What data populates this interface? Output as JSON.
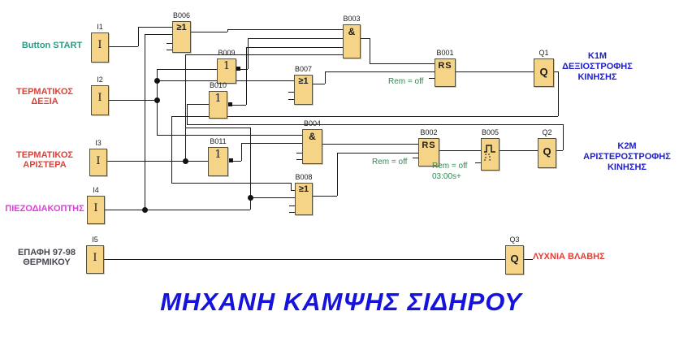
{
  "title": "ΜΗΧΑΝΗ ΚΑΜΨΗΣ ΣΙΔΗΡΟΥ",
  "blocks": {
    "I1": {
      "id": "I1",
      "symbol": "I"
    },
    "I2": {
      "id": "I2",
      "symbol": "I"
    },
    "I3": {
      "id": "I3",
      "symbol": "I"
    },
    "I4": {
      "id": "I4",
      "symbol": "I"
    },
    "I5": {
      "id": "I5",
      "symbol": "I"
    },
    "B006": {
      "id": "B006",
      "symbol": "≥1"
    },
    "B009": {
      "id": "B009",
      "symbol": "1"
    },
    "B010": {
      "id": "B010",
      "symbol": "1"
    },
    "B011": {
      "id": "B011",
      "symbol": "1"
    },
    "B003": {
      "id": "B003",
      "symbol": "&"
    },
    "B007": {
      "id": "B007",
      "symbol": "≥1"
    },
    "B004": {
      "id": "B004",
      "symbol": "&"
    },
    "B008": {
      "id": "B008",
      "symbol": "≥1"
    },
    "B001": {
      "id": "B001",
      "symbol": "RS"
    },
    "B002": {
      "id": "B002",
      "symbol": "RS"
    },
    "B005": {
      "id": "B005",
      "symbol": "pulse-icon"
    },
    "Q1": {
      "id": "Q1",
      "symbol": "Q"
    },
    "Q2": {
      "id": "Q2",
      "symbol": "Q"
    },
    "Q3": {
      "id": "Q3",
      "symbol": "Q"
    }
  },
  "labels": {
    "button_start": "Button START",
    "term_right": [
      "ΤΕΡΜΑΤΙΚΟΣ",
      "ΔΕΞΙΑ"
    ],
    "term_left": [
      "ΤΕΡΜΑΤΙΚΟΣ",
      "ΑΡΙΣΤΕΡΑ"
    ],
    "piezo": "ΠΙΕΖΟΔΙΑΚΟΠΤΗΣ",
    "thermal": [
      "ΕΠΑΦΗ 97-98",
      "ΘΕΡΜΙΚΟΥ"
    ],
    "k1m": [
      "K1M",
      "ΔΕΞΙΟΣΤΡΟΦΗΣ",
      "ΚΙΝΗΣΗΣ"
    ],
    "k2m": [
      "K2M",
      "ΑΡΙΣΤΕΡΟΣΤΡΟΦΗΣ",
      "ΚΙΝΗΣΗΣ"
    ],
    "fault_lamp": "ΛΥΧΝΙΑ ΒΛΑΒΗΣ"
  },
  "params": {
    "b001_rem": "Rem = off",
    "b002_rem": "Rem = off",
    "b005_rem": "Rem = off",
    "b005_time": "03:00s+"
  },
  "colors": {
    "block_fill": "#F5D488",
    "wire": "#1a1a1a",
    "title_blue": "#1513DC",
    "output_blue": "#1d1dcc",
    "input_red": "#E23E36",
    "piezo_magenta": "#E23BDE",
    "start_teal": "#2C9C86",
    "param_green": "#2F8A50",
    "thermal_gray": "#474751"
  }
}
